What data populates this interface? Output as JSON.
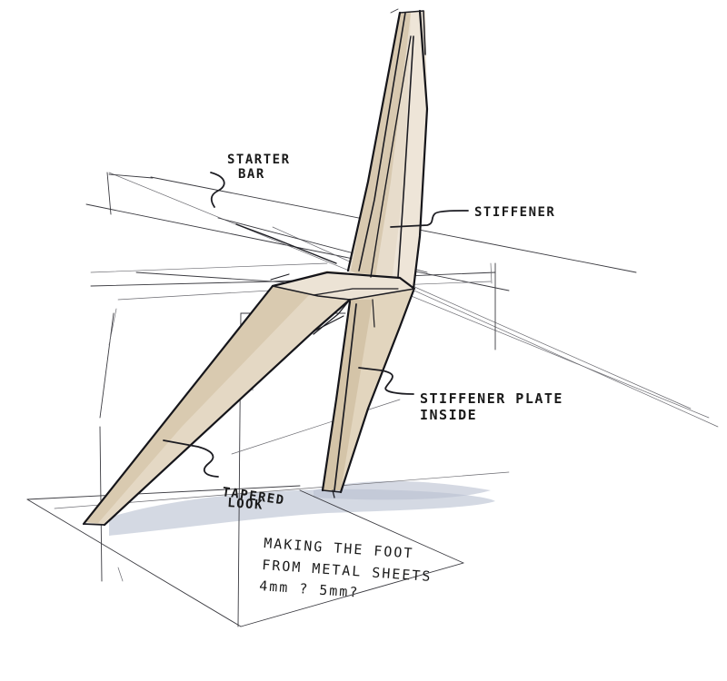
{
  "colors": {
    "paper": "#ffffff",
    "marker_beige": "#e7dccb",
    "marker_beige_dark": "#cfc1a8",
    "marker_beige_light": "#f1eadf",
    "shadow_blue": "#c6ccd9",
    "ink": "#1c1c22"
  },
  "annotations": {
    "starter_bar_line1": "STARTER",
    "starter_bar_line2": "BAR",
    "stiffener": "STIFFENER",
    "stiffener_plate_line1": "STIFFENER PLATE",
    "stiffener_plate_line2": "INSIDE",
    "tapered_line1": "TAPERED",
    "tapered_line2": "LOOK",
    "foot_note_line1": "MAKING THE FOOT",
    "foot_note_line2": "FROM METAL SHEETS",
    "foot_note_line3": "4mm ? 5mm?"
  }
}
